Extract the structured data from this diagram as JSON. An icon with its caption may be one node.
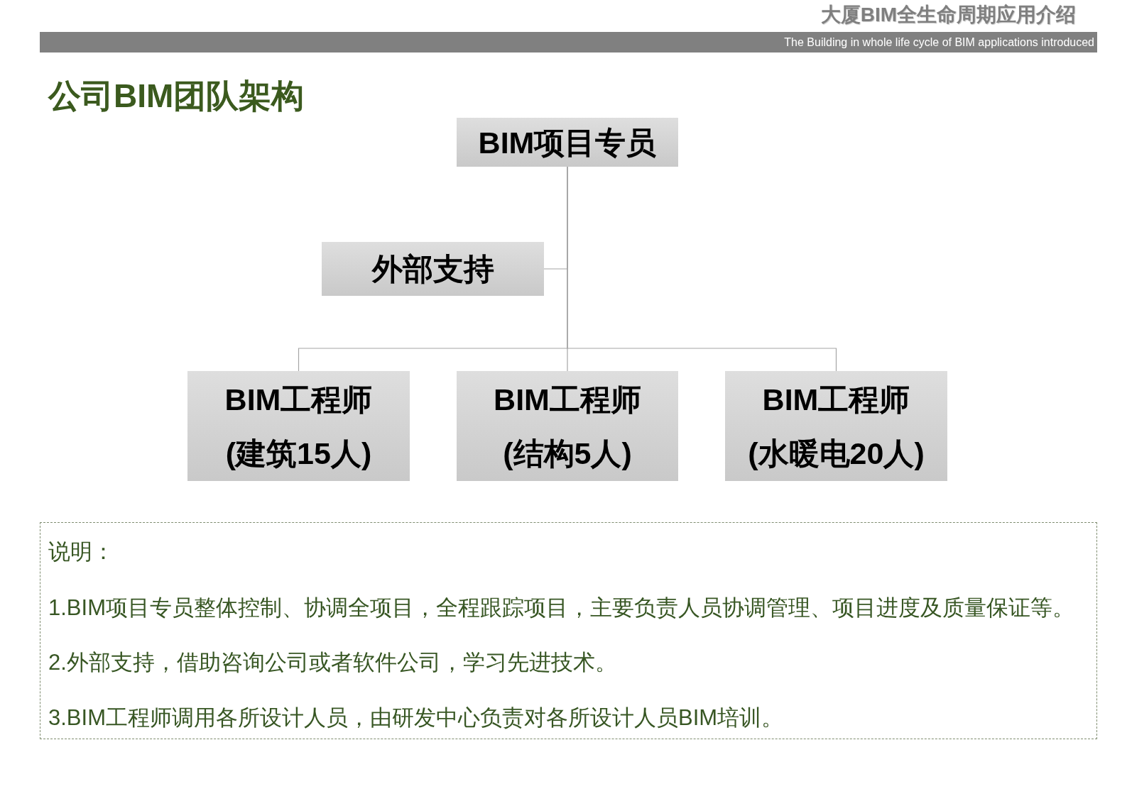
{
  "diagram": {
    "title": "公司BIM团队架构",
    "nodes": [
      {
        "text": [
          "BIM项目专员"
        ]
      },
      {
        "text": [
          "外部支持"
        ]
      },
      {
        "text": [
          "BIM工程师",
          "(建筑15人)"
        ]
      },
      {
        "text": [
          "BIM工程师",
          "(结构5人)"
        ]
      },
      {
        "text": [
          "BIM工程师",
          "(水暖电20人)"
        ]
      },
      {
        "text": [
          "说明：",
          "1.BIM项目专员整体控制、协调全项目，全程跟踪项目，主要负责人员协调管理、项目进度及质量保证等。",
          "2.外部支持，借助咨询公司或者软件公司，学习先进技术。",
          "3.BIM工程师调用各所设计人员，由研发中心负责对各所设计人员BIM培训。"
        ]
      }
    ],
    "edges": [
      {
        "from": 0,
        "to": 1,
        "arrow": "none"
      },
      {
        "from": 0,
        "to": 2,
        "arrow": "none"
      },
      {
        "from": 0,
        "to": 3,
        "arrow": "none"
      },
      {
        "from": 0,
        "to": 4,
        "arrow": "none"
      }
    ],
    "labels": [
      "大厦BIM全生命周期应用介绍",
      "The Building in whole life cycle of BIM applications introduced"
    ]
  }
}
